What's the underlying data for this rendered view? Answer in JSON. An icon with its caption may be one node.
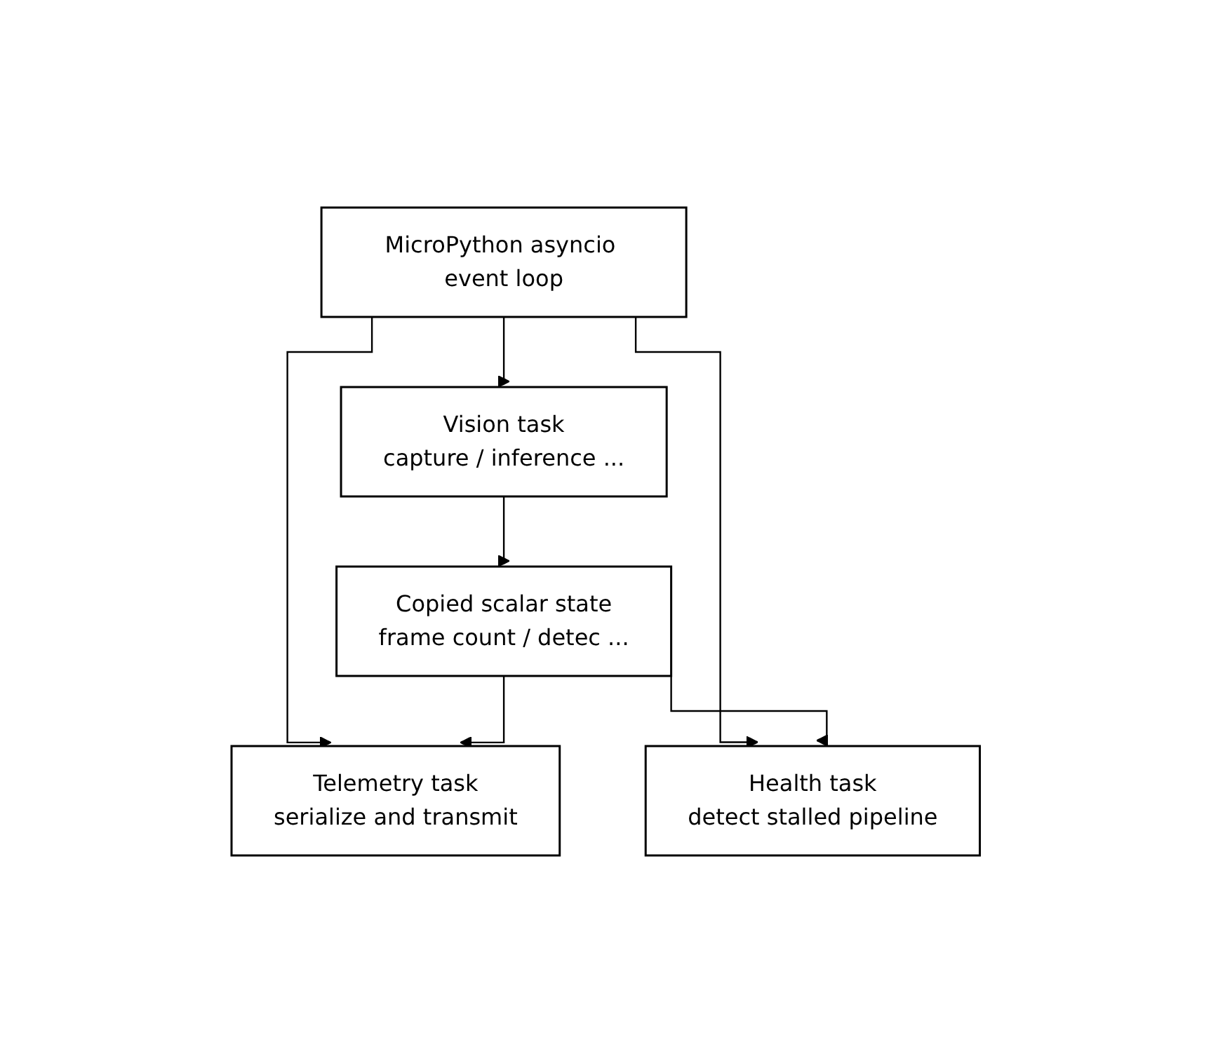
{
  "diagram": {
    "nodes": [
      {
        "text": [
          "MicroPython asyncio event loop"
        ]
      },
      {
        "text": [
          "Vision task",
          "capture / inference ..."
        ]
      },
      {
        "text": [
          "Copied scalar state",
          "frame count / detec ..."
        ]
      },
      {
        "text": [
          "Telemetry task",
          "serialize and transmit"
        ]
      },
      {
        "text": [
          "Health task",
          "detect stalled pipeline"
        ]
      }
    ],
    "edges": [
      {
        "from": 0,
        "to": 1,
        "arrow": "to"
      },
      {
        "from": 0,
        "to": 3,
        "arrow": "to"
      },
      {
        "from": 0,
        "to": 4,
        "arrow": "to"
      },
      {
        "from": 1,
        "to": 2,
        "arrow": "to"
      },
      {
        "from": 2,
        "to": 3,
        "arrow": "to"
      },
      {
        "from": 2,
        "to": 4,
        "arrow": "to"
      }
    ]
  }
}
